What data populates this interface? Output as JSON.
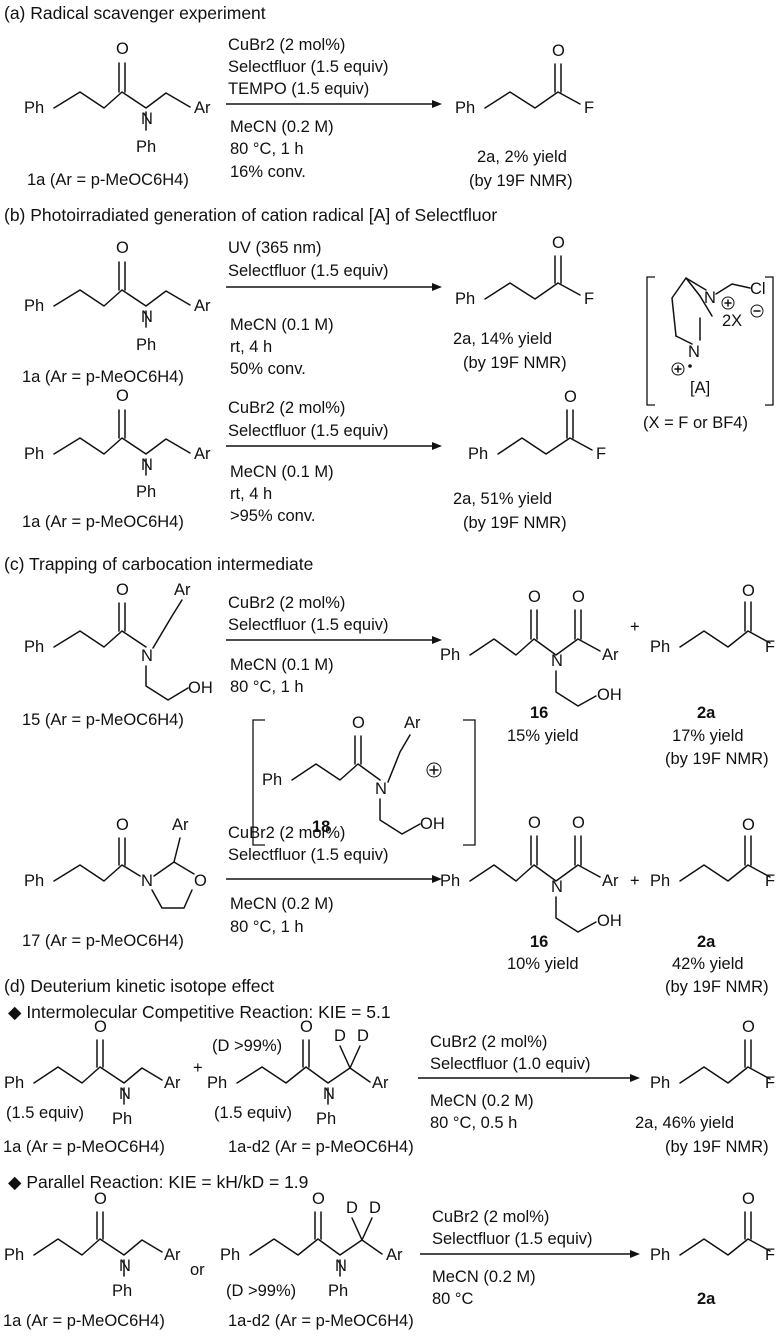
{
  "sections": {
    "a": "(a) Radical scavenger experiment",
    "b": "(b) Photoirradiated generation of cation radical [A] of Selectfluor",
    "c": "(c) Trapping of carbocation intermediate",
    "d": "(d) Deuterium kinetic isotope effect"
  },
  "atoms": {
    "o": "O",
    "n": "N",
    "f": "F",
    "ph": "Ph",
    "ar": "Ar",
    "oh": "OH",
    "d": "D",
    "cl": "Cl",
    "n_plus": "N",
    "x2": "2X",
    "a_tag": "[A]",
    "x_def": "(X = F or BF4)"
  },
  "labels": {
    "sm_1a": "1a (Ar = p-MeOC6H4)",
    "sm_1a_d2": "1a-d2 (Ar = p-MeOC6H4)",
    "sm_15": "15 (Ar = p-MeOC6H4)",
    "sm_17": "17 (Ar = p-MeOC6H4)",
    "id_2a": "2a",
    "id_16": "16",
    "id_18": "18",
    "y_a": "2a, 2% yield",
    "y_b1": "2a, 14% yield",
    "y_b2": "2a, 51% yield",
    "y_d1": "2a, 46% yield",
    "by_nmr": "(by 19F NMR)",
    "y16_c1": "15% yield",
    "y16_c2": "10% yield",
    "y2a_c1": "17% yield",
    "y2a_c2": "42% yield",
    "d_purity": "(D >99%)",
    "equiv": "(1.5 equiv)",
    "or": "or",
    "plus": "+"
  },
  "conditions": {
    "a_above": [
      "CuBr2 (2 mol%)",
      "Selectfluor (1.5 equiv)",
      "TEMPO (1.5 equiv)"
    ],
    "a_below": [
      "MeCN (0.2 M)",
      "80 °C, 1 h",
      "16% conv."
    ],
    "b1_above": [
      "UV (365 nm)",
      "Selectfluor (1.5 equiv)"
    ],
    "b1_below": [
      "MeCN (0.1 M)",
      "rt, 4 h",
      "50% conv."
    ],
    "b2_above": [
      "CuBr2 (2 mol%)",
      "Selectfluor (1.5 equiv)"
    ],
    "b2_below": [
      "MeCN (0.1 M)",
      "rt, 4 h",
      ">95% conv."
    ],
    "c1_above": [
      "CuBr2 (2 mol%)",
      "Selectfluor (1.5 equiv)"
    ],
    "c1_below": [
      "MeCN (0.1 M)",
      "80 °C, 1 h"
    ],
    "c2_above": [
      "CuBr2 (2 mol%)",
      "Selectfluor (1.5 equiv)"
    ],
    "c2_below": [
      "MeCN (0.2 M)",
      "80 °C, 1 h"
    ],
    "d1_above": [
      "CuBr2 (2 mol%)",
      "Selectfluor (1.0 equiv)"
    ],
    "d1_below": [
      "MeCN (0.2 M)",
      "80 °C, 0.5 h"
    ],
    "d2_above": [
      "CuBr2 (2 mol%)",
      "Selectfluor (1.5 equiv)"
    ],
    "d2_below": [
      "MeCN (0.2 M)",
      "80 °C"
    ]
  },
  "kie": {
    "inter": "◆ Intermolecular Competitive Reaction: KIE = 5.1",
    "parallel": "◆ Parallel Reaction: KIE = kH/kD = 1.9"
  }
}
